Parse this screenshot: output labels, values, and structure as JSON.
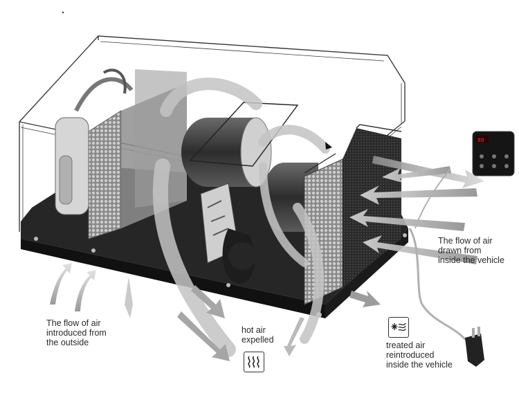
{
  "labels": {
    "outside_air": [
      "The flow of air",
      "introduced from",
      "the outside"
    ],
    "hot_air": [
      "hot air",
      "expelled"
    ],
    "inside_air": [
      "The flow of air",
      "drawn from",
      "inside the vehicle"
    ],
    "treated_air": [
      "treated air",
      "reintroduced",
      "inside the vehicle"
    ]
  },
  "controller": {
    "display": "88"
  },
  "icons": {
    "hot_air_icon": "heat-waves-icon",
    "treated_air_icon": "snowflake-wind-icon"
  },
  "colors": {
    "housing_dark": "#1f1f1f",
    "arrow_gray": "#9a9a9a",
    "outline": "#3a3a3a"
  }
}
